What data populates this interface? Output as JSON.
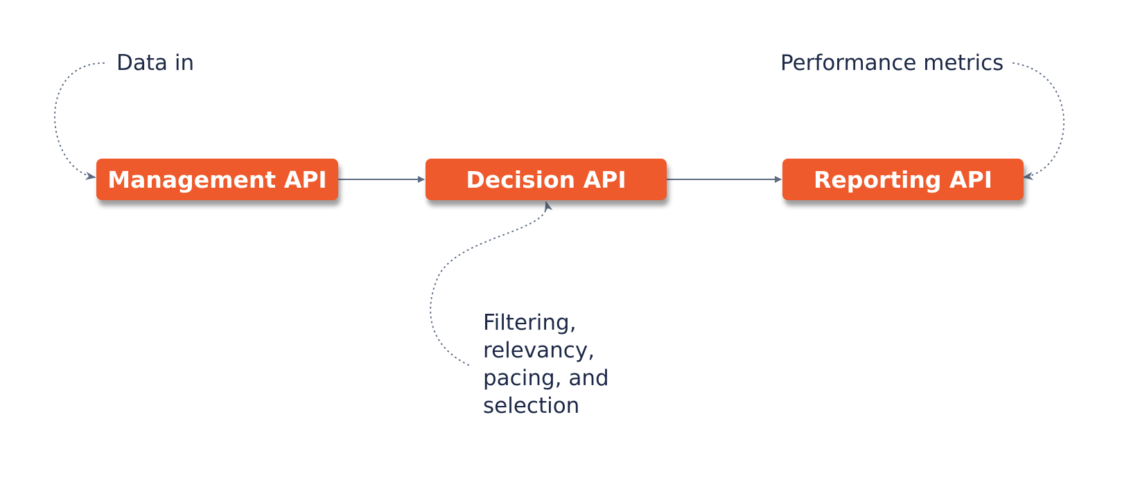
{
  "colors": {
    "node_fill": "#ee5a2b",
    "node_text": "#ffffff",
    "annotation_text": "#1c2846",
    "connector": "#5b6b82"
  },
  "nodes": {
    "management": {
      "label": "Management API"
    },
    "decision": {
      "label": "Decision API"
    },
    "reporting": {
      "label": "Reporting API"
    }
  },
  "annotations": {
    "data_in": "Data in",
    "performance_metrics": "Performance metrics",
    "decision_note": "Filtering, relevancy, pacing, and selection"
  },
  "edges": [
    {
      "from": "Management API",
      "to": "Decision API",
      "style": "solid"
    },
    {
      "from": "Decision API",
      "to": "Reporting API",
      "style": "solid"
    },
    {
      "from": "Data in",
      "to": "Management API",
      "style": "dotted"
    },
    {
      "from": "Performance metrics",
      "to": "Reporting API",
      "style": "dotted"
    },
    {
      "from": "Filtering, relevancy, pacing, and selection",
      "to": "Decision API",
      "style": "dotted"
    }
  ]
}
